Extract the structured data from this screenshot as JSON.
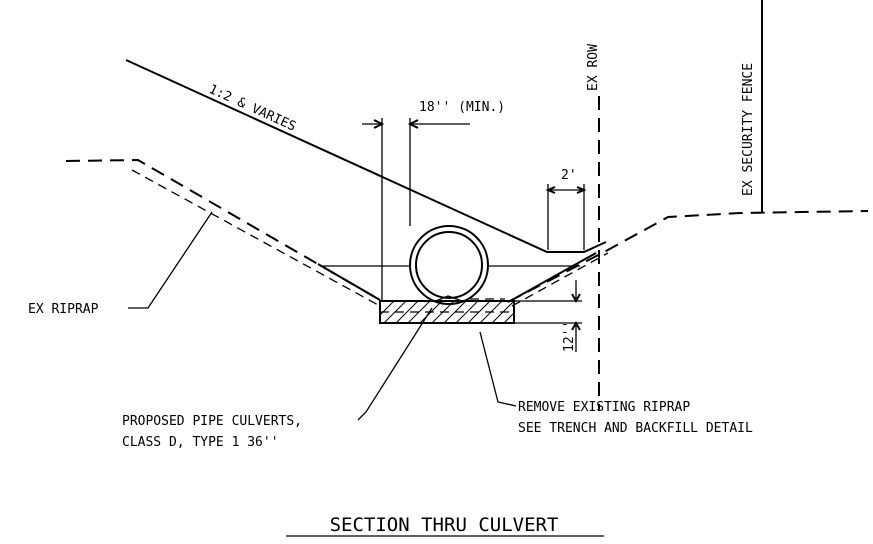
{
  "diagram": {
    "title": "SECTION THRU CULVERT",
    "labels": {
      "slope": "1:2 & VARIES",
      "min_clearance": "18'' (MIN.)",
      "ex_row": "EX ROW",
      "ex_security_fence": "EX SECURITY FENCE",
      "two_ft": "2'",
      "twelve_in": "12''",
      "ex_riprap": "EX RIPRAP",
      "proposed_pipe_line1": "PROPOSED PIPE CULVERTS,",
      "proposed_pipe_line2": "CLASS D, TYPE 1 36''",
      "remove_line1": "REMOVE EXISTING RIPRAP",
      "remove_line2": "SEE TRENCH AND BACKFILL DETAIL"
    }
  }
}
